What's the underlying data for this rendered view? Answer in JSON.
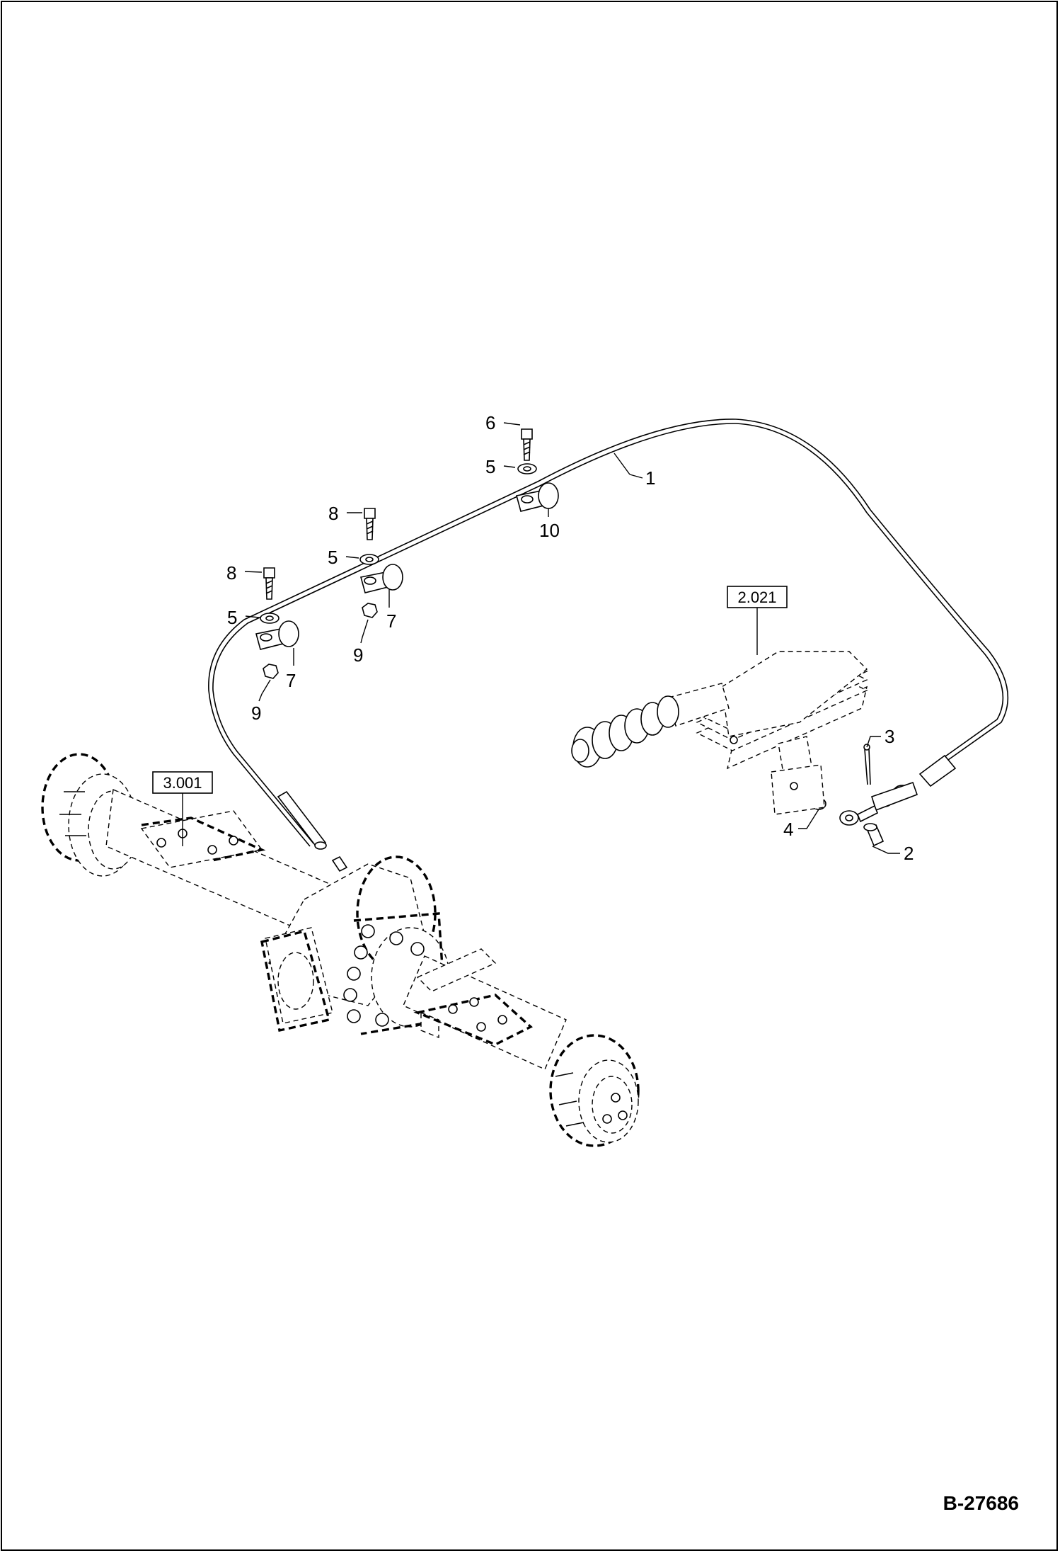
{
  "drawing_number": "B-27686",
  "reference_boxes": [
    "2.021",
    "3.001"
  ],
  "callouts": {
    "c1": "1",
    "c2": "2",
    "c3": "3",
    "c4": "4",
    "c5a": "5",
    "c5b": "5",
    "c5c": "5",
    "c6": "6",
    "c7a": "7",
    "c7b": "7",
    "c8a": "8",
    "c8b": "8",
    "c9a": "9",
    "c9b": "9",
    "c10": "10"
  }
}
